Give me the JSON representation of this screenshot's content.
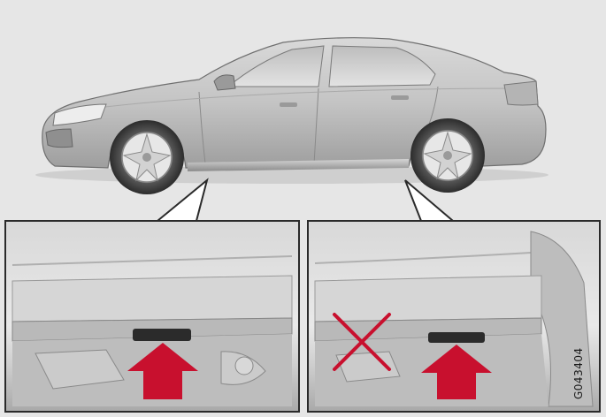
{
  "figure": {
    "code": "G043404",
    "colors": {
      "background": "#e6e6e6",
      "panel_border": "#2a2a2a",
      "arrow": "#c8102e",
      "cross": "#c8102e",
      "car_body": "#c9c9c9",
      "car_dark": "#8d8d8d"
    },
    "left_panel": {
      "arrow_icon": "up-arrow-icon",
      "status": "correct-jack-point"
    },
    "right_panel": {
      "arrow_icon": "up-arrow-icon",
      "cross_icon": "cross-icon",
      "status": "incorrect-and-correct-jack-point"
    }
  }
}
